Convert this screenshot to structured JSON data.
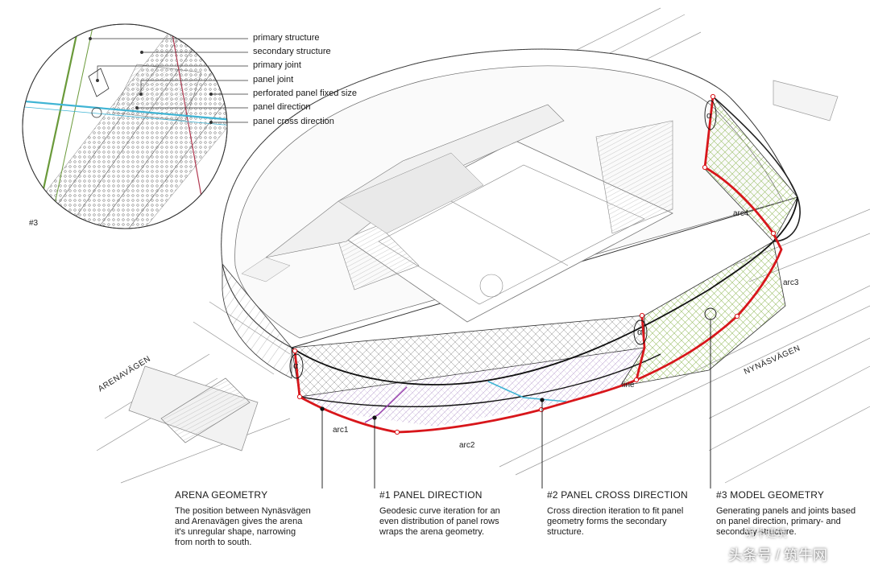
{
  "detail": {
    "tag": "#3",
    "legend": [
      "primary structure",
      "secondary structure",
      "primary joint",
      "panel joint",
      "perforated panel fixed size",
      "panel direction",
      "panel cross direction"
    ]
  },
  "geometry_labels": {
    "alpha": "α",
    "arc1": "arc1",
    "arc2": "arc2",
    "arc3": "arc3",
    "arc4": "arc4",
    "line": "line"
  },
  "roads": {
    "west": "ARENAVÄGEN",
    "east": "NYNÄSVÄGEN"
  },
  "captions": [
    {
      "title": "ARENA GEOMETRY",
      "lines": [
        "The position between Nynäsvägen",
        "and Arenavägen gives the arena",
        "it's unregular shape, narrowing",
        "from north to south."
      ]
    },
    {
      "title": "#1 PANEL DIRECTION",
      "lines": [
        "Geodesic curve iteration for an",
        "even distribution of panel rows",
        "wraps the arena geometry."
      ]
    },
    {
      "title": "#2 PANEL CROSS DIRECTION",
      "lines": [
        "Cross direction iteration to fit panel",
        "geometry forms the secondary",
        "structure."
      ]
    },
    {
      "title": "#3 MODEL GEOMETRY",
      "lines": [
        "Generating panels and joints based",
        "on panel direction, primary- and",
        "secondary structure."
      ]
    }
  ],
  "watermark": {
    "main": "头条号 / 筑牛网",
    "small": "筑牛建筑"
  },
  "colors": {
    "primary_structure": "#6a9a3a",
    "panel_direction": "#9a3fae",
    "panel_cross_direction": "#3fb4d4",
    "arena_geometry": "#d8161b",
    "panel_joint": "#8b2a3a"
  }
}
